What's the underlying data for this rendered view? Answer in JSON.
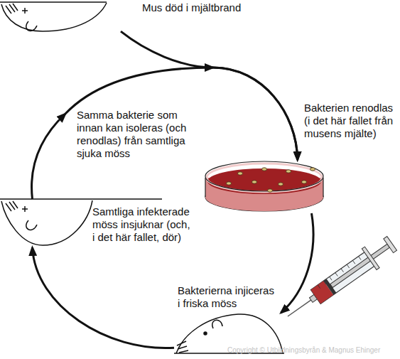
{
  "diagram": {
    "nodes": [
      {
        "text": [
          "Mus död i mjältbrand"
        ]
      },
      {
        "text": [
          "Bakterien renodlas (i det här fallet från musens mjälte)"
        ]
      },
      {
        "text": [
          "Bakterierna injiceras i friska möss"
        ]
      },
      {
        "text": [
          "Samtliga infekterade möss insjuknar (och, i det här fallet, dör)"
        ]
      }
    ],
    "edges": [
      {
        "from": 0,
        "to": 1,
        "arrow": "to"
      },
      {
        "from": 1,
        "to": 2,
        "arrow": "to"
      },
      {
        "from": 2,
        "to": 3,
        "arrow": "to"
      },
      {
        "from": 3,
        "to": 1,
        "label": "Samma bakterie som innan kan isoleras (och renodlas) från samtliga sjuka möss",
        "arrow": "to"
      }
    ],
    "labels": [
      "Copyright © Utbildningsbyrån & Magnus Ehinger"
    ]
  }
}
